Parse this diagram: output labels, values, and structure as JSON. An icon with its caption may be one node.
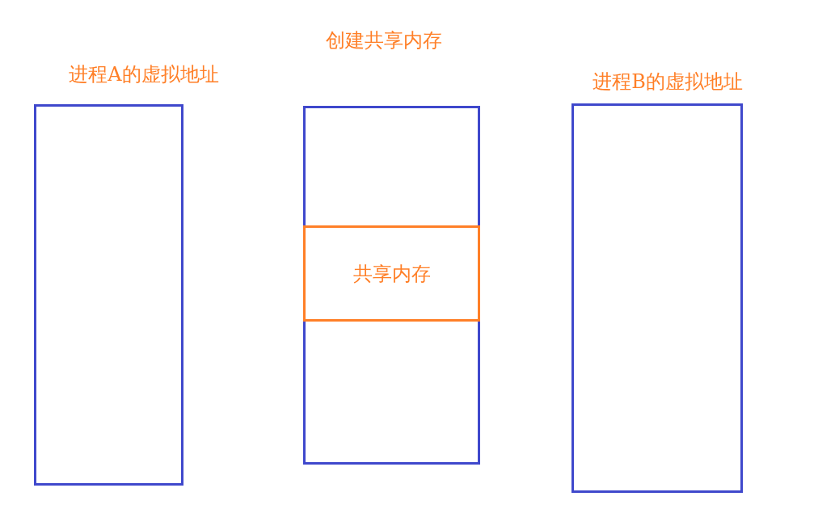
{
  "diagram": {
    "nodes": [
      {
        "text": [
          "进程A的虚拟地址"
        ]
      },
      {
        "text": [
          "创建共享内存"
        ]
      },
      {
        "text": [
          "共享内存"
        ],
        "in": 1
      },
      {
        "text": [
          "进程B的虚拟地址"
        ]
      }
    ]
  }
}
